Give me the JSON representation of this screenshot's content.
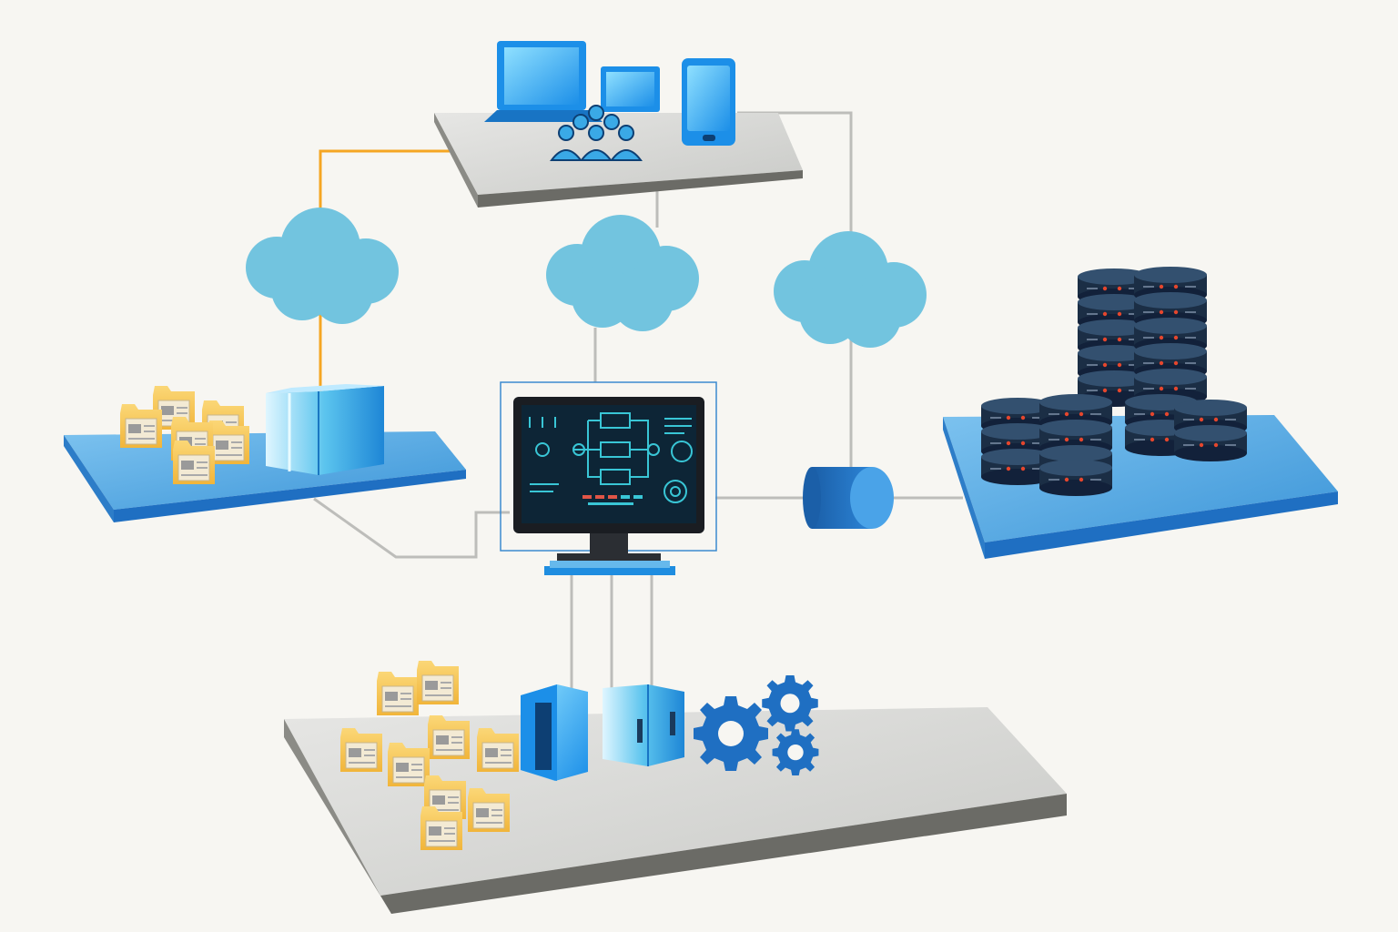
{
  "palette": {
    "background": "#f7f6f2",
    "cloud": "#72c4df",
    "platform_grey_top": "#d7d8d6",
    "platform_grey_side": "#6b6b66",
    "platform_blue_top": "#4fa6e0",
    "platform_blue_side": "#1f6fc2",
    "connector_grey": "#bdbdba",
    "connector_orange": "#f5a623",
    "folder_yellow": "#f6c24a",
    "device_blue": "#1c8fe8",
    "database_dark": "#1b2e45",
    "database_led": "#e5462d",
    "gear_blue": "#1f6fc2"
  },
  "diagram": {
    "description_visible_text": "",
    "nodes": [
      {
        "id": "client-devices",
        "icons": [
          "laptop-icon",
          "tablet-icon",
          "phone-icon",
          "users-group-icon"
        ]
      },
      {
        "id": "cloud-left",
        "icons": [
          "cloud-icon"
        ]
      },
      {
        "id": "cloud-center",
        "icons": [
          "cloud-icon"
        ]
      },
      {
        "id": "cloud-right",
        "icons": [
          "cloud-icon"
        ]
      },
      {
        "id": "document-storage",
        "icons": [
          "document-folder-icon",
          "package-box-icon"
        ]
      },
      {
        "id": "admin-console",
        "icons": [
          "monitor-dashboard-icon"
        ]
      },
      {
        "id": "data-connector",
        "icons": [
          "database-cylinder-icon"
        ]
      },
      {
        "id": "database-cluster",
        "icons": [
          "database-stack-icon"
        ]
      },
      {
        "id": "processing-platform",
        "icons": [
          "document-folder-icon",
          "server-tower-icon",
          "server-rack-icon",
          "gears-icon"
        ]
      }
    ]
  }
}
